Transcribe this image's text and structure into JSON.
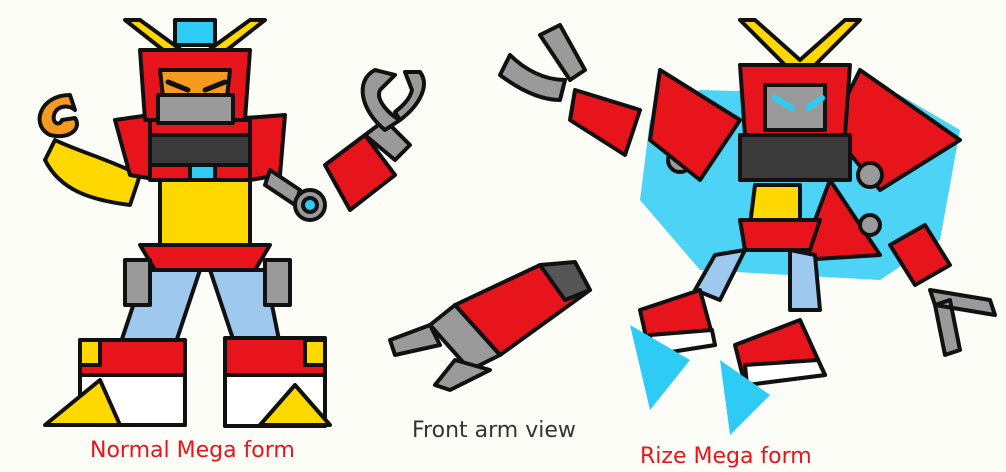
{
  "captions": {
    "normal": "Normal Mega form",
    "front": "Front arm view",
    "rize": "Rize Mega form"
  },
  "colors": {
    "background": "#fdfdf7",
    "outline": "#111111",
    "red": "#e8141c",
    "yellow": "#ffd800",
    "gold": "#f0b020",
    "orange": "#f59a1c",
    "gray": "#9a9a9a",
    "dark_gray": "#555555",
    "light_blue": "#9fc8ee",
    "cyan": "#2ecbf5",
    "white": "#ffffff",
    "caption_red": "#e8141c",
    "caption_dark": "#333333"
  },
  "figures": [
    {
      "name": "normal-mega-form-robot"
    },
    {
      "name": "front-arm-view"
    },
    {
      "name": "rize-mega-form-robot"
    }
  ]
}
